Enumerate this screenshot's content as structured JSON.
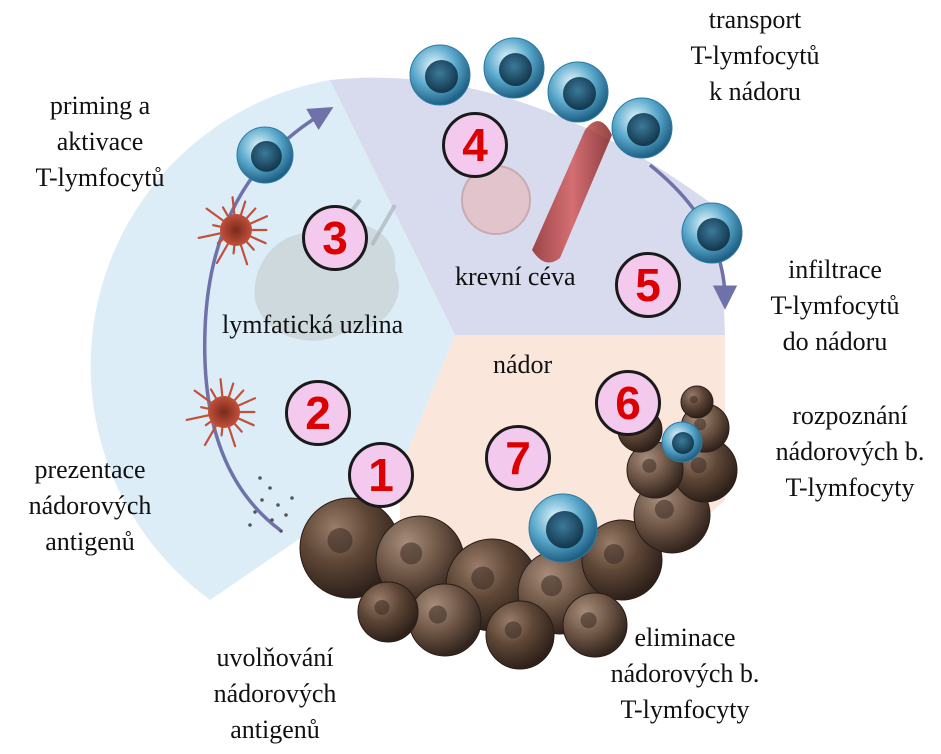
{
  "sectors": {
    "lymph_node": "lymfatická uzlina",
    "blood_vessel": "krevní céva",
    "tumor": "nádor"
  },
  "steps": [
    {
      "number": "1",
      "label": "uvolňování\nnádorových\nantigenů"
    },
    {
      "number": "2",
      "label": "prezentace\nnádorových\nantigenů"
    },
    {
      "number": "3",
      "label": "priming a\naktivace\nT-lymfocytů"
    },
    {
      "number": "4",
      "label": "transport\nT-lymfocytů\nk nádoru"
    },
    {
      "number": "5",
      "label": "infiltrace\nT-lymfocytů\ndo nádoru"
    },
    {
      "number": "6",
      "label": "rozpoznání\nnádorových b.\nT-lymfocyty"
    },
    {
      "number": "7",
      "label": "eliminace\nnádorových b.\nT-lymfocyty"
    }
  ],
  "colors": {
    "lymph_sector": "#dcedf8",
    "vessel_sector": "#d8dbee",
    "tumor_sector": "#fbe6dc",
    "badge_fill": "#f3c9ee",
    "badge_text": "#dd0000",
    "arrow": "#6f72a8",
    "t_cell": "#5aa9cc",
    "tumor_cell": "#5e4636",
    "dendritic_cell": "#c2503a"
  }
}
